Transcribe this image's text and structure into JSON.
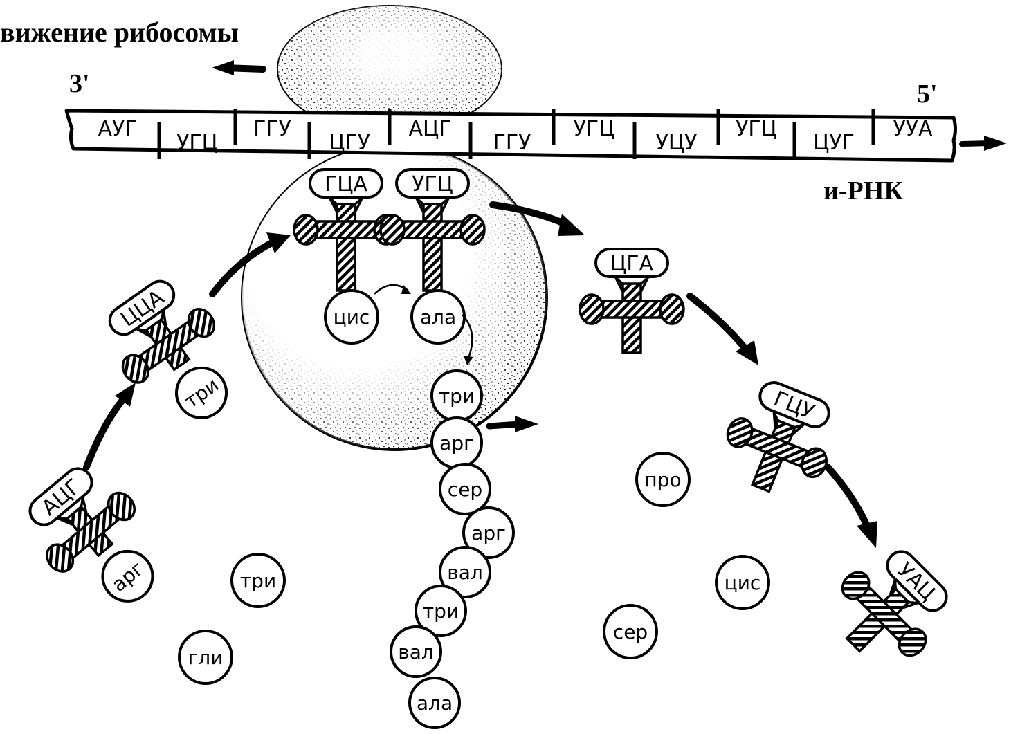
{
  "title": "вижение рибосомы",
  "end_3": "3'",
  "end_5": "5'",
  "mrna_label": "и-РНК",
  "codons": [
    "АУГ",
    "УГЦ",
    "ГГУ",
    "ЦГУ",
    "АЦГ",
    "ГГУ",
    "УГЦ",
    "УЦУ",
    "УГЦ",
    "ЦУГ",
    "УУА"
  ],
  "trna_bound": [
    {
      "anticodon": "ГЦА",
      "amino": "цис"
    },
    {
      "anticodon": "УГЦ",
      "amino": "ала"
    }
  ],
  "trna_incoming": [
    {
      "anticodon": "ЦЦА",
      "amino": "три"
    },
    {
      "anticodon": "АЦГ",
      "amino": "арг"
    }
  ],
  "trna_leaving": [
    "ЦГА",
    "ГЦУ",
    "УАЦ"
  ],
  "peptide_chain": [
    "три",
    "арг",
    "сер",
    "арг",
    "вал",
    "три",
    "вал",
    "ала"
  ],
  "free_amino_acids": [
    "три",
    "гли",
    "про",
    "цис",
    "сер"
  ],
  "colors": {
    "line": "#000000",
    "background": "#ffffff"
  }
}
